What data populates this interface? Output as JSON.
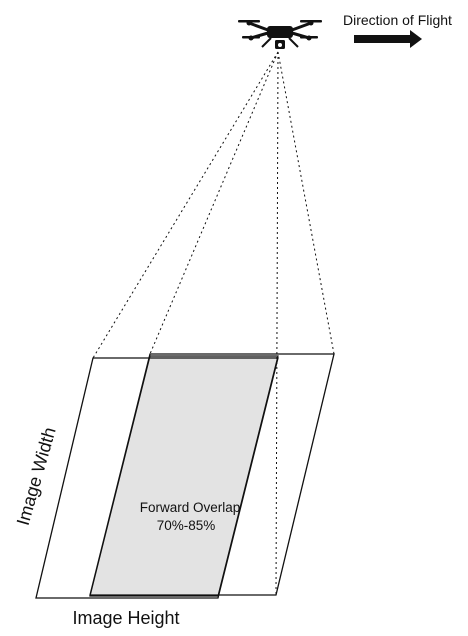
{
  "flight_direction": {
    "label": "Direction of Flight"
  },
  "overlap": {
    "label": "Forward Overlap",
    "range": "70%-85%"
  },
  "axes": {
    "width_label": "Image Width",
    "height_label": "Image Height"
  },
  "colors": {
    "line": "#111111",
    "overlap_fill": "#e3e3e3",
    "background": "#ffffff"
  },
  "icons": {
    "aircraft": "drone-icon",
    "direction": "arrow-right-icon"
  }
}
